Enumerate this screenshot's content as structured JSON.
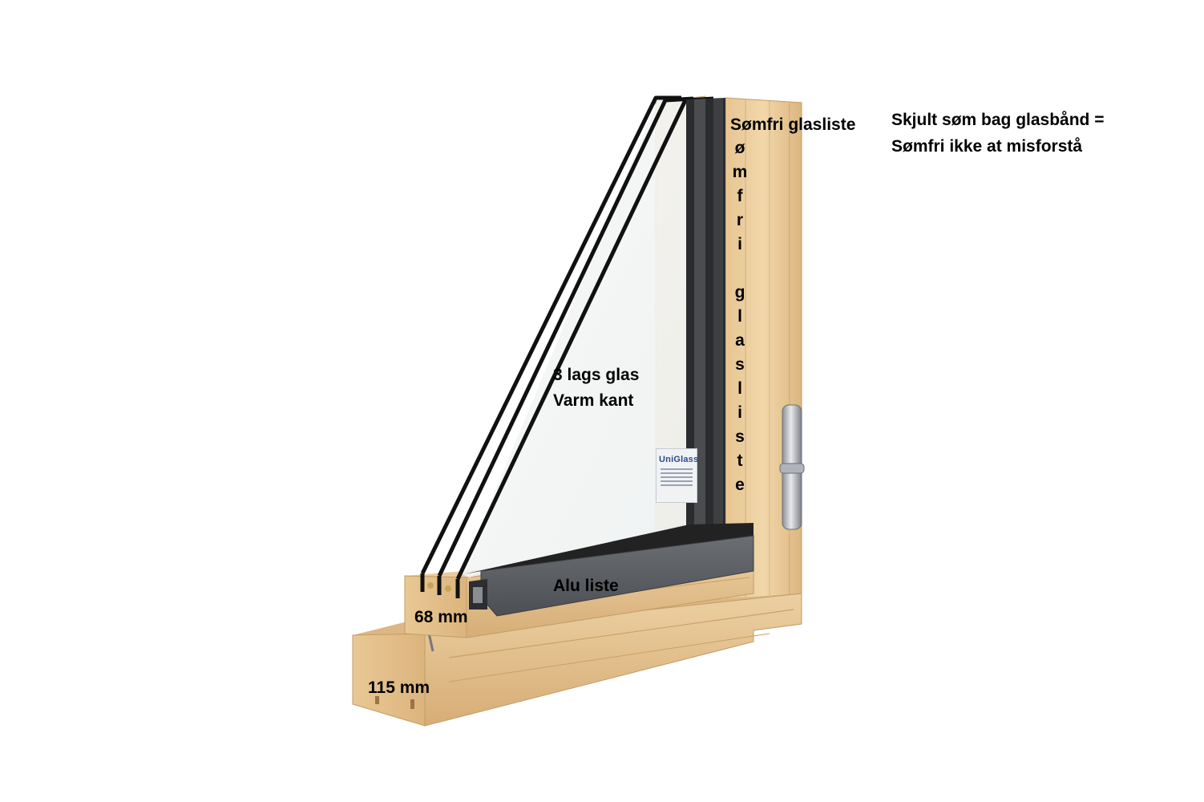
{
  "labels": {
    "glass_line1": "3 lags glas",
    "glass_line2": "Varm kant",
    "alu": "Alu liste",
    "frame_depth": "68 mm",
    "sash_depth": "115 mm",
    "somfri_title": "Sømfri glasliste",
    "note_line1": "Skjult søm bag glasbånd =",
    "note_line2": "Sømfri ikke at misforstå"
  },
  "vertical_letters": [
    "ø",
    "m",
    "f",
    "r",
    "i",
    "",
    "g",
    "l",
    "a",
    "s",
    "l",
    "i",
    "s",
    "t",
    "e"
  ],
  "logo_text": "UniGlass",
  "icons": {
    "hinge": "hinge-icon",
    "logo": "uniglass-logo"
  },
  "colors": {
    "wood_light": "#e9c99a",
    "wood_mid": "#d9b27c",
    "wood_dark": "#b58b58",
    "aluminium": "#55585d",
    "glass_edge": "#111111",
    "label_text": "#000000"
  }
}
